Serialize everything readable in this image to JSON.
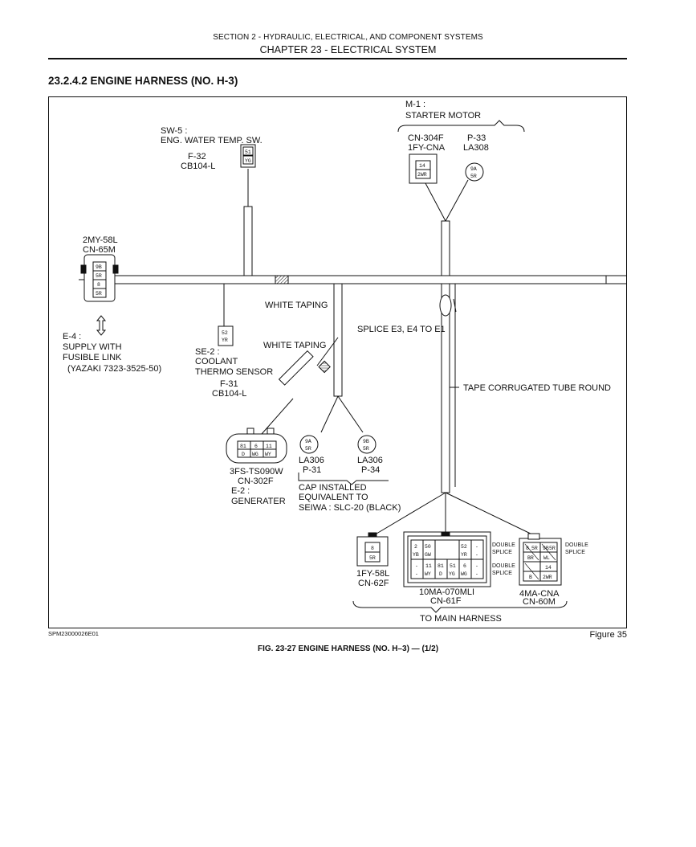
{
  "header": {
    "section": "SECTION 2 - HYDRAULIC, ELECTRICAL, AND COMPONENT SYSTEMS",
    "chapter": "CHAPTER 23 - ELECTRICAL SYSTEM"
  },
  "section_title": "23.2.4.2 ENGINE HARNESS (NO. H-3)",
  "diagram": {
    "starter": {
      "id": "M-1 :",
      "name": "STARTER MOTOR"
    },
    "cn304f": {
      "part": "CN-304F",
      "code": "1FY-CNA",
      "pins": [
        "14",
        "2WR"
      ]
    },
    "p33": {
      "part": "P-33",
      "code": "LA308",
      "pins": [
        "9A",
        "5R"
      ]
    },
    "sw5": {
      "id": "SW-5 :",
      "name": "ENG. WATER TEMP. SW.",
      "part": "F-32",
      "code": "CB104-L",
      "pins": [
        "51",
        "YG"
      ]
    },
    "cn65m": {
      "code": "2MY-58L",
      "part": "CN-65M",
      "pins": [
        "9B",
        "5R",
        "8",
        "5R"
      ]
    },
    "e4": {
      "id": "E-4 :",
      "line1": "SUPPLY WITH",
      "line2": "FUSIBLE LINK",
      "line3": "(YAZAKI 7323-3525-50)"
    },
    "se2": {
      "id": "SE-2 :",
      "line1": "COOLANT",
      "line2": "THERMO SENSOR",
      "part": "F-31",
      "code": "CB104-L",
      "pins": [
        "52",
        "YR"
      ]
    },
    "white_taping_1": "WHITE TAPING",
    "white_taping_2": "WHITE TAPING",
    "splice": "SPLICE E3, E4 TO E1",
    "tape_tube": "TAPE CORRUGATED TUBE ROUND",
    "gen_conn": {
      "code": "3FS-TS090W",
      "part": "CN-302F",
      "pins_top": [
        "81",
        "6",
        "11"
      ],
      "pins_bot": [
        "D",
        "WG",
        "WY"
      ]
    },
    "e2": {
      "id": "E-2 :",
      "name": "GENERATER"
    },
    "p31": {
      "code": "LA306",
      "part": "P-31",
      "pins": [
        "9A",
        "5R"
      ]
    },
    "p34": {
      "code": "LA306",
      "part": "P-34",
      "pins": [
        "9B",
        "5R"
      ]
    },
    "cap": {
      "line1": "CAP INSTALLED",
      "line2": "EQUIVALENT TO",
      "line3": "SEIWA : SLC-20 (BLACK)"
    },
    "cn62f": {
      "code": "1FY-58L",
      "part": "CN-62F",
      "pins": [
        "8",
        "5R"
      ]
    },
    "cn61f": {
      "code": "10MA-070MLI",
      "part": "CN-61F",
      "row1": [
        "2",
        "50",
        "",
        "",
        "52",
        "-"
      ],
      "row2": [
        "YB",
        "GW",
        "",
        "",
        "YR",
        "-"
      ],
      "row3": [
        "-",
        "11",
        "81",
        "51",
        "6",
        "-"
      ],
      "row4": [
        "-",
        "WY",
        "D",
        "YG",
        "WG",
        "-"
      ]
    },
    "cn60m": {
      "code": "4MA-CNA",
      "part": "CN-60M",
      "pins": [
        "8",
        "5R",
        "9B",
        "5R",
        "BR",
        "WL",
        "14",
        "B",
        "2WR"
      ]
    },
    "double_splice_1": "DOUBLE",
    "double_splice_1b": "SPLICE",
    "double_splice_2": "DOUBLE",
    "double_splice_2b": "SPLICE",
    "double_splice_3": "DOUBLE",
    "double_splice_3b": "SPLICE",
    "to_main": "TO MAIN HARNESS"
  },
  "figure": {
    "id": "SPM23000026E01",
    "number": "Figure 35",
    "caption": "FIG. 23-27 ENGINE HARNESS (NO. H–3) — (1/2)"
  }
}
